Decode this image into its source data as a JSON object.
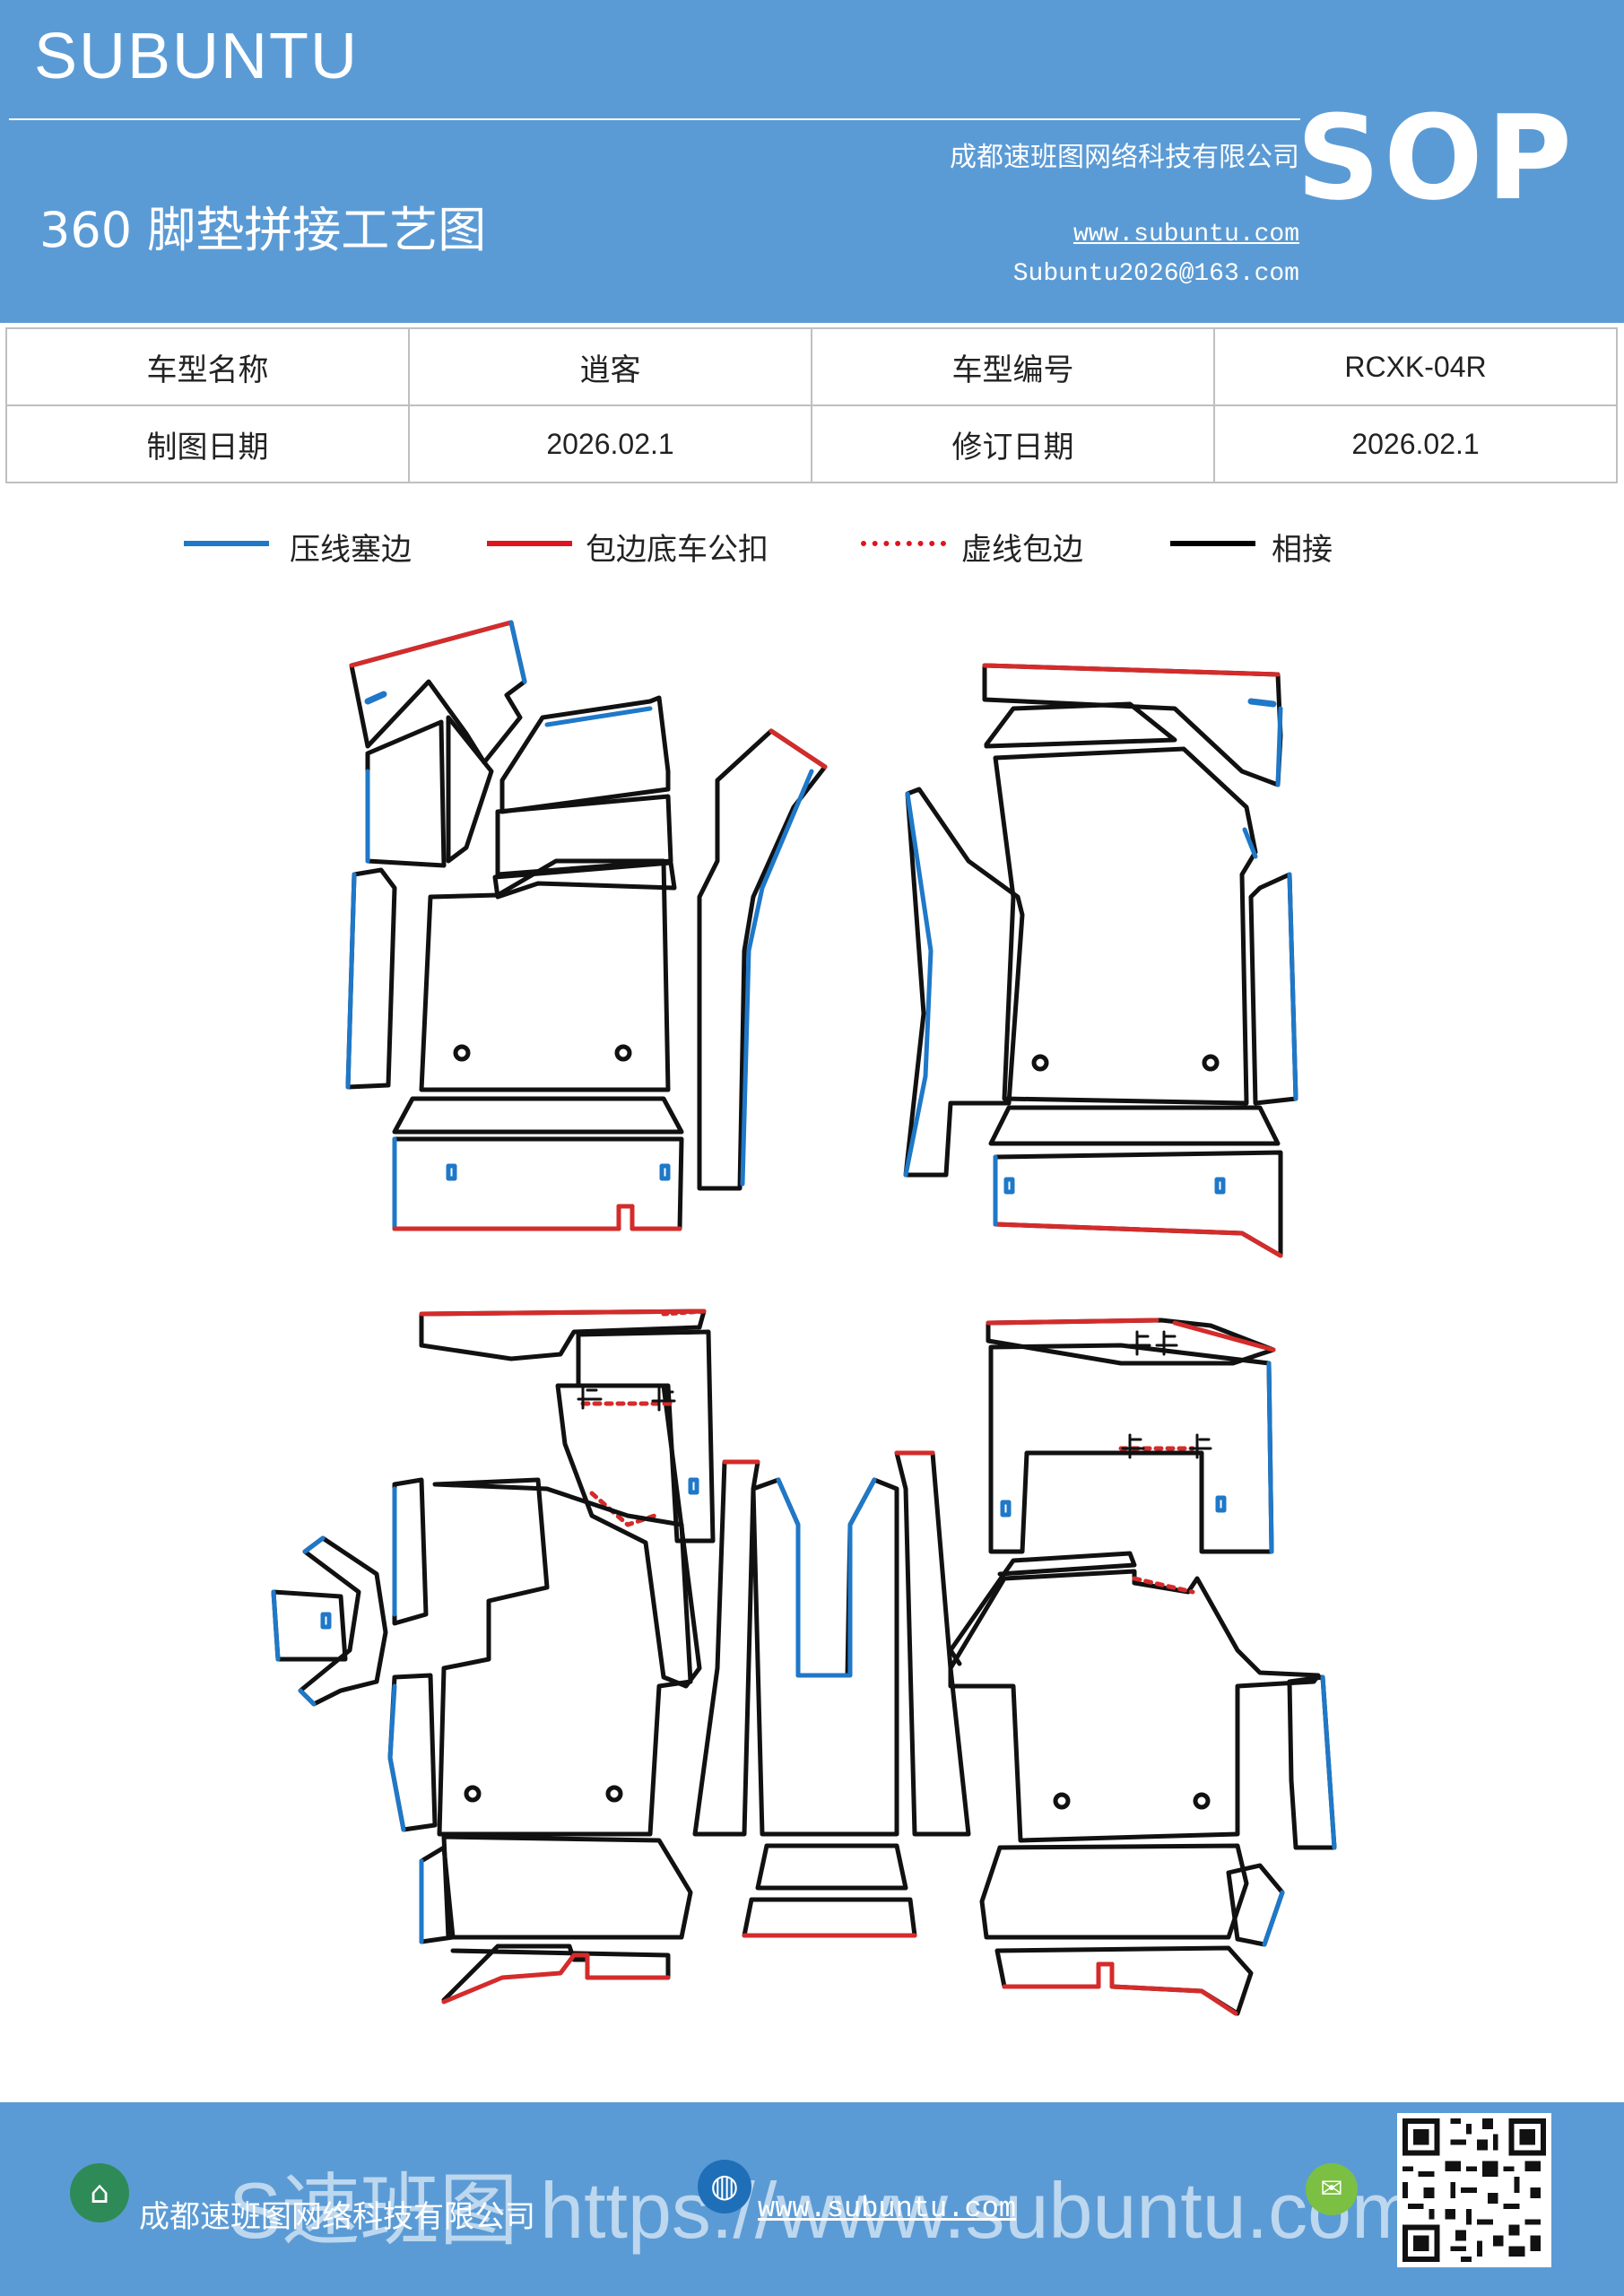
{
  "header": {
    "brand": "SUBUNTU",
    "badge": "SOP",
    "title": "360 脚垫拼接工艺图",
    "company": "成都速班图网络科技有限公司",
    "website": "www.subuntu.com",
    "email": "Subuntu2026@163.com"
  },
  "info_table": {
    "model_name_label": "车型名称",
    "model_name_value": "逍客",
    "model_code_label": "车型编号",
    "model_code_value": "RCXK-04R",
    "draw_date_label": "制图日期",
    "draw_date_value": "2026.02.1",
    "revise_date_label": "修订日期",
    "revise_date_value": "2026.02.1"
  },
  "legend": [
    {
      "label": "压线塞边",
      "color": "#1f78c8",
      "style": "solid"
    },
    {
      "label": "包边底车公扣",
      "color": "#e0141e",
      "style": "solid"
    },
    {
      "label": "虚线包边",
      "color": "#e0141e",
      "style": "dotted"
    },
    {
      "label": "相接",
      "color": "#000000",
      "style": "solid"
    }
  ],
  "colors": {
    "header_bg": "#5b9bd5",
    "press_line": "#1f78c8",
    "wrap_edge": "#d42b2b",
    "join": "#111111"
  },
  "footer": {
    "company": "成都速班图网络科技有限公司",
    "website": "www.subuntu.com",
    "watermark": "S速班图 https://www.subuntu.com",
    "icons": [
      "building-icon",
      "globe-icon",
      "wechat-icon",
      "qr-code"
    ]
  }
}
